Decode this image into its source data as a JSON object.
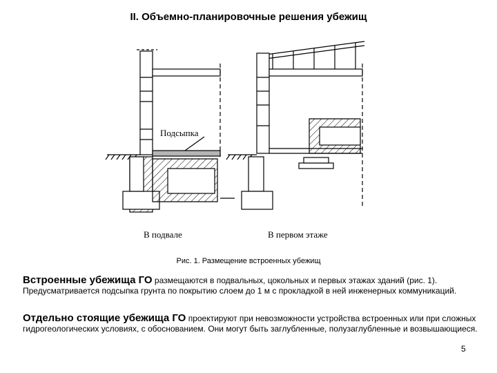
{
  "title": "II. Объемно-планировочные решения убежищ",
  "figure": {
    "fill_label": "Подсыпка",
    "left_caption": "В подвале",
    "right_caption": "В первом этаже",
    "caption": "Рис. 1. Размещение встроенных убежищ"
  },
  "paragraphs": [
    {
      "lead": "Встроенные убежища ГО",
      "text": " размещаются в подвальных, цокольных и первых этажах зданий (рис. 1). Предусматривается подсыпка грунта по покрытию слоем до 1 м с прокладкой в ней инженерных коммуникаций."
    },
    {
      "lead": "Отдельно стоящие убежища ГО",
      "text": " проектируют при невозможности устройства встроенных или при сложных гидрогеологических условиях, с обоснованием. Они могут быть заглубленные, полузаглубленные и возвышающиеся."
    }
  ],
  "page_number": "5"
}
